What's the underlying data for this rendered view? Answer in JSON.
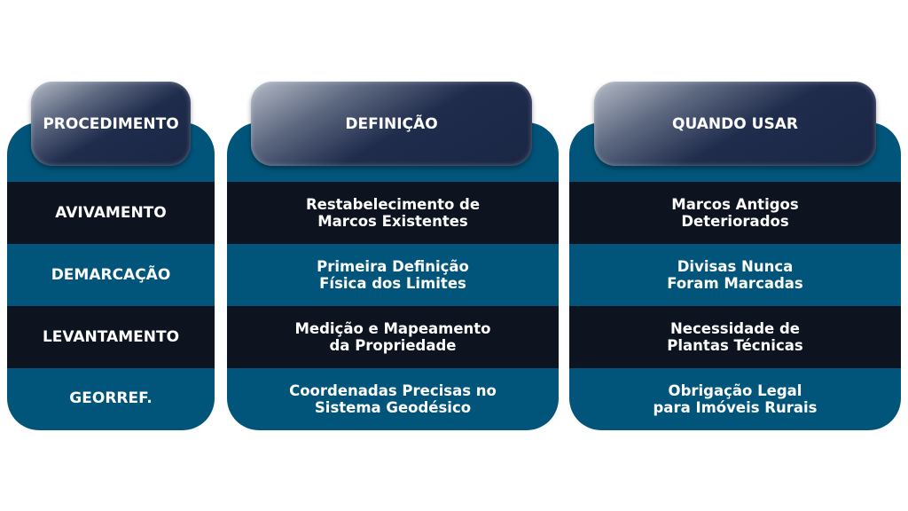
{
  "headers": {
    "procedimento": "PROCEDIMENTO",
    "definicao": "DEFINIÇÃO",
    "quando_usar": "QUANDO USAR"
  },
  "rows": [
    {
      "procedimento": "AVIVAMENTO",
      "definicao": "Restabelecimento de\nMarcos Existentes",
      "quando_usar": "Marcos Antigos\nDeteriorados"
    },
    {
      "procedimento": "DEMARCAÇÃO",
      "definicao": "Primeira Definição\nFísica dos Limites",
      "quando_usar": "Divisas Nunca\nForam Marcadas"
    },
    {
      "procedimento": "LEVANTAMENTO",
      "definicao": "Medição e Mapeamento\nda Propriedade",
      "quando_usar": "Necessidade de\nPlantas Técnicas"
    },
    {
      "procedimento": "GEORREF.",
      "definicao": "Coordenadas Precisas no\nSistema Geodésico",
      "quando_usar": "Obrigação Legal\npara Imóveis Rurais"
    }
  ],
  "colors": {
    "teal": "#02557a",
    "dark": "#0d1420",
    "header": "#1c2a4a"
  }
}
